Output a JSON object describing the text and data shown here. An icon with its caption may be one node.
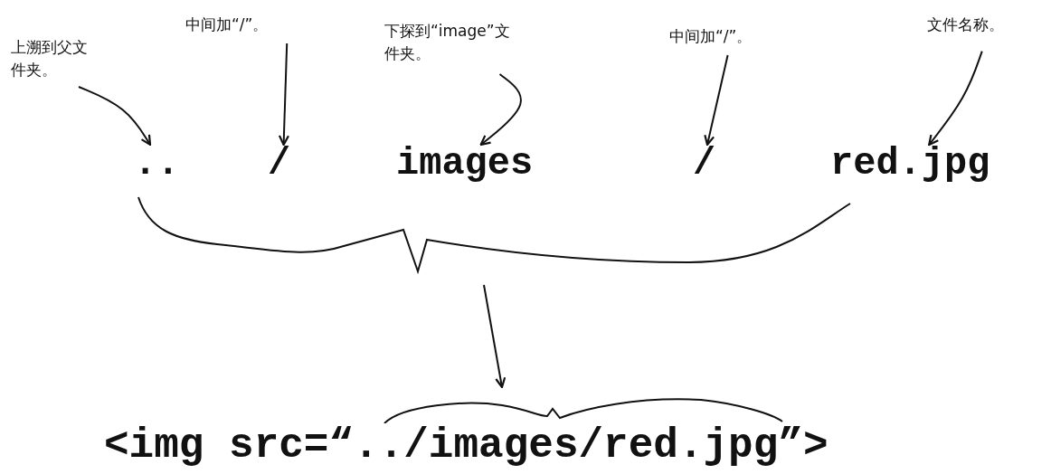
{
  "diagram": {
    "nodes": [
      {
        "text": [
          "上溯到父文件夹。"
        ]
      },
      {
        "text": [
          "中间加“/”。"
        ]
      },
      {
        "text": [
          "下探到“image”文件夹。"
        ]
      },
      {
        "text": [
          "中间加“/”。"
        ]
      },
      {
        "text": [
          "文件名称。"
        ]
      },
      {
        "text": [
          ".."
        ]
      },
      {
        "text": [
          "/"
        ]
      },
      {
        "text": [
          "images"
        ]
      },
      {
        "text": [
          "/"
        ]
      },
      {
        "text": [
          "red.jpg"
        ]
      },
      {
        "text": [
          "<img src=“../images/red.jpg”>"
        ]
      }
    ],
    "edges": [
      {
        "from": 0,
        "to": 5,
        "arrow": "to"
      },
      {
        "from": 1,
        "to": 6,
        "arrow": "to"
      },
      {
        "from": 2,
        "to": 7,
        "arrow": "to"
      },
      {
        "from": 3,
        "to": 8,
        "arrow": "to"
      },
      {
        "from": 4,
        "to": 9,
        "arrow": "to"
      },
      {
        "from": null,
        "to": 10,
        "arrow": "to"
      }
    ]
  }
}
